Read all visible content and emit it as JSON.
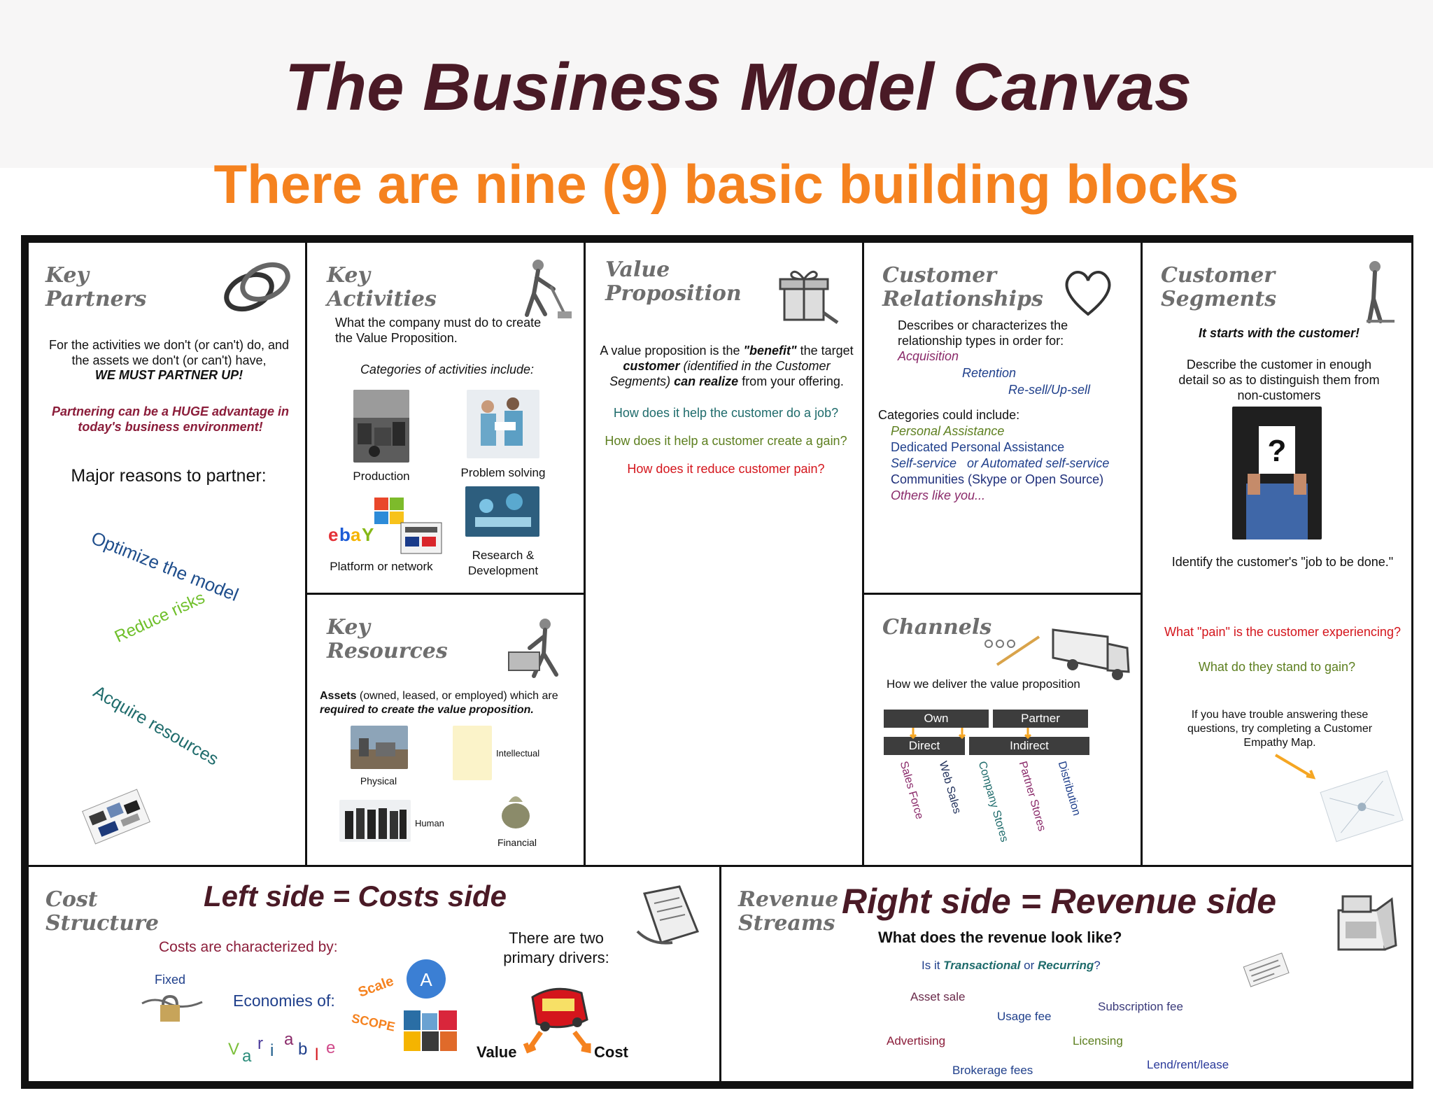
{
  "header": {
    "title": "The Business Model Canvas",
    "subtitle": "There are nine (9) basic building blocks"
  },
  "key_partners": {
    "title": "Key Partners",
    "intro": "For the activities we don't (or can't) do, and the assets we don't (or can't) have,",
    "emphasis": "WE MUST PARTNER UP!",
    "advantage": "Partnering can be a HUGE advantage in today's business environment!",
    "reasons_heading": "Major reasons to partner:",
    "reasons": [
      "Optimize the model",
      "Reduce risks",
      "Acquire resources"
    ],
    "icon": "chain-links-icon"
  },
  "key_activities": {
    "title": "Key Activities",
    "intro": "What the company must do to create the Value Proposition.",
    "categories_heading": "Categories of activities include:",
    "categories": [
      "Production",
      "Problem solving",
      "Platform or network",
      "Research & Development"
    ],
    "icon": "worker-icon"
  },
  "key_resources": {
    "title": "Key Resources",
    "intro_bold": "Assets",
    "intro_rest": " (owned, leased, or employed) which are ",
    "intro_emph": "required to create the value proposition.",
    "types": [
      "Physical",
      "Intellectual",
      "Human",
      "Financial"
    ],
    "icon": "worker-lifting-icon"
  },
  "value_proposition": {
    "title": "Value Proposition",
    "line1_a": "A value proposition is the ",
    "line1_b": "\"benefit\"",
    "line1_c": " the target ",
    "line1_d": "customer",
    "line1_e": " (identified in the Customer Segments) ",
    "line1_f": "can realize",
    "line1_g": " from your offering.",
    "questions": [
      "How does it help the customer do a job?",
      "How does it help a customer create a gain?",
      "How does it reduce customer pain?"
    ],
    "icon": "gift-icon"
  },
  "customer_relationships": {
    "title": "Customer Relationships",
    "intro": "Describes or characterizes the relationship types in order for:",
    "purposes": [
      "Acquisition",
      "Retention",
      "Re-sell/Up-sell"
    ],
    "categories_heading": "Categories could include:",
    "categories": [
      "Personal Assistance",
      "Dedicated Personal Assistance",
      "Self-service   or Automated self-service",
      "Communities (Skype or Open Source)",
      "Others like you..."
    ],
    "icon": "heart-icon"
  },
  "channels": {
    "title": "Channels",
    "intro": "How we deliver the value proposition",
    "top_boxes": [
      "Own",
      "Partner"
    ],
    "mid_boxes": [
      "Direct",
      "Indirect"
    ],
    "types": [
      "Sales Force",
      "Web Sales",
      "Company Stores",
      "Partner Stores",
      "Distribution"
    ],
    "icon": "truck-icon"
  },
  "customer_segments": {
    "title": "Customer Segments",
    "lead": "It starts with the customer!",
    "describe": "Describe the customer in enough detail so as to distinguish them from non-customers",
    "job": "Identify the customer's \"job to be done.\"",
    "pain": "What \"pain\" is the customer experiencing?",
    "gain": "What do they stand to gain?",
    "empathy": "If you have trouble answering these questions, try completing a Customer Empathy Map.",
    "photo_mark": "?",
    "icon": "person-icon"
  },
  "cost_structure": {
    "title": "Cost Structure",
    "side_heading": "Left side = Costs side",
    "characterized": "Costs are characterized by:",
    "fixed": "Fixed",
    "variable_letters": [
      "V",
      "a",
      "r",
      "i",
      "a",
      "b",
      "l",
      "e"
    ],
    "economies": "Economies of:",
    "scale": "Scale",
    "scope": "SCOPE",
    "drivers": "There are two primary drivers:",
    "driver_value": "Value",
    "driver_cost": "Cost",
    "icon": "receipt-icon"
  },
  "revenue_streams": {
    "title": "Revenue Streams",
    "side_heading": "Right side = Revenue side",
    "question": "What does the revenue look like?",
    "type_a": "Is it ",
    "type_b": "Transactional",
    "type_c": " or ",
    "type_d": "Recurring",
    "type_e": "?",
    "streams": [
      "Asset sale",
      "Usage fee",
      "Subscription fee",
      "Advertising",
      "Licensing",
      "Brokerage fees",
      "Lend/rent/lease"
    ],
    "icon": "cash-register-icon"
  }
}
